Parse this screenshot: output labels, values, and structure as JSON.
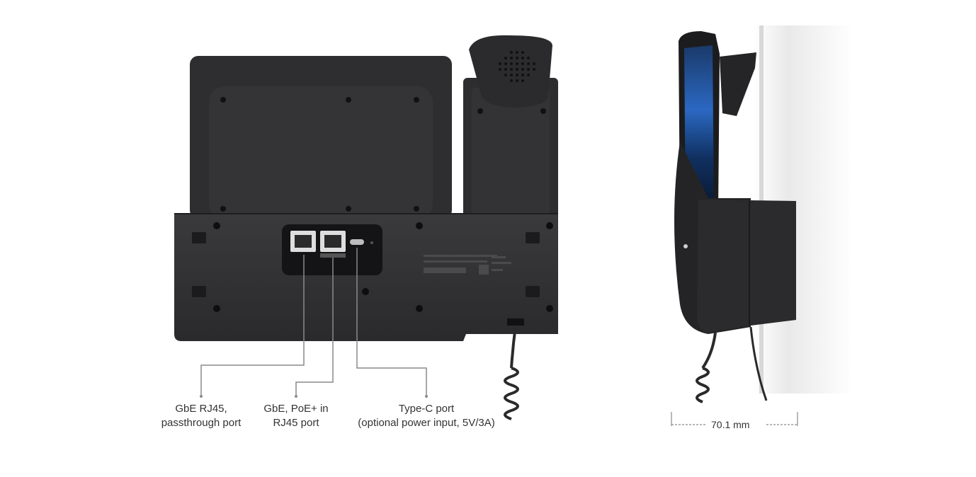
{
  "callouts": {
    "passthrough": {
      "line1": "GbE RJ45,",
      "line2": "passthrough port"
    },
    "poe": {
      "line1": "GbE, PoE+ in",
      "line2": "RJ45 port"
    },
    "typec": {
      "line1": "Type-C port",
      "line2": "(optional power input, 5V/3A)"
    }
  },
  "dimension": {
    "depth_label": "70.1 mm"
  },
  "colors": {
    "device_body": "#2f2f31",
    "device_shadow": "#1d1d1f",
    "leader_line": "#8a8a8a",
    "label_text": "#333333",
    "wall": "#eeeeee"
  }
}
